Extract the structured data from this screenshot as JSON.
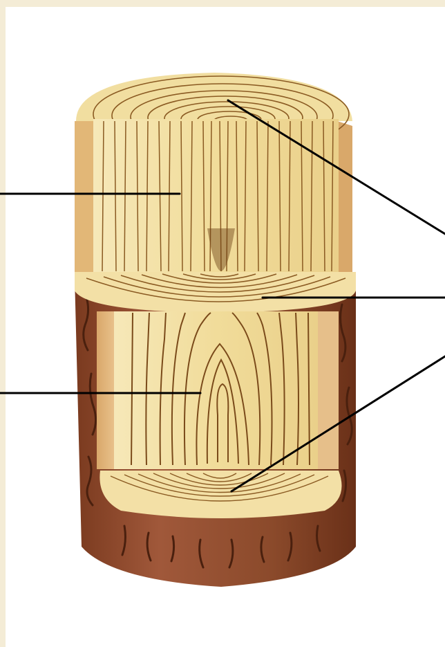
{
  "figure": {
    "subject": "wood-log-cutaway",
    "sections": [
      "end-cross-section",
      "radial-section",
      "tangential-section",
      "bark"
    ],
    "pointers": [
      {
        "id": "pointer-radial-section",
        "target": "radial-section"
      },
      {
        "id": "pointer-tangential-section",
        "target": "tangential-section"
      },
      {
        "id": "pointer-top-cross-section",
        "target": "end-cross-section"
      },
      {
        "id": "pointer-middle-cross-section",
        "target": "end-cross-section"
      },
      {
        "id": "pointer-bottom-cross-section",
        "target": "end-cross-section"
      }
    ],
    "colors": {
      "background": "#f4ecd6",
      "wood_light": "#f3e2a8",
      "wood_mid": "#e8cf86",
      "grain": "#8a5a22",
      "bark": "#8b4a2b",
      "bark_dark": "#5c2a14",
      "pointer": "#000000"
    }
  }
}
